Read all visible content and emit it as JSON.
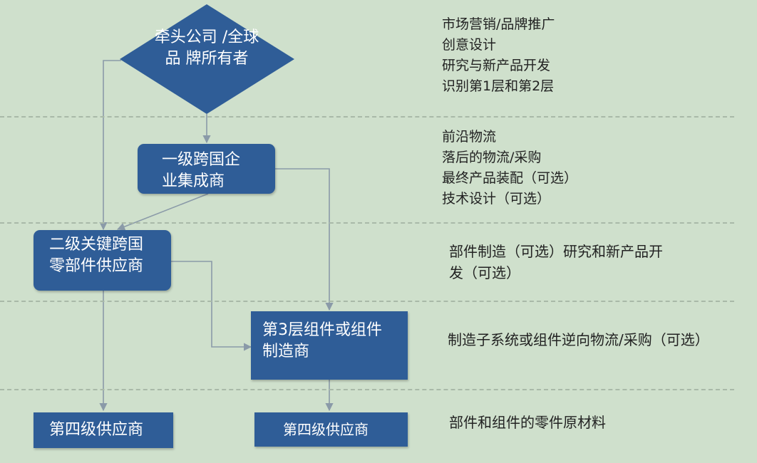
{
  "colors": {
    "background": "#cfe0cc",
    "node_fill": "#2f5d97",
    "node_text": "#ffffff",
    "connector": "#8a9aa8",
    "divider": "#a9b9a8",
    "desc_text": "#222222"
  },
  "nodes": {
    "lead": {
      "lines": [
        "牵头公司",
        "/全球品",
        "牌所有者"
      ]
    },
    "tier1": {
      "lines": [
        "一级跨国企",
        "业集成商"
      ]
    },
    "tier2": {
      "lines": [
        "二级关键跨国",
        "零部件供应商"
      ]
    },
    "tier3": {
      "lines": [
        "第3层组件或组件",
        "制造商"
      ]
    },
    "tier4_left": {
      "lines": [
        "第四级供应商"
      ]
    },
    "tier4_right": {
      "lines": [
        "第四级供应商"
      ]
    }
  },
  "descriptions": {
    "row1": [
      "市场营销/品牌推广",
      "创意设计",
      "研究与新产品开发",
      "识别第1层和第2层"
    ],
    "row2": [
      "前沿物流",
      "落后的物流/采购",
      "最终产品装配（可选）",
      "技术设计（可选）"
    ],
    "row3": [
      "部件制造（可选）研究和新产品开",
      "发（可选）"
    ],
    "row4": [
      "制造子系统或组件逆向物流/采购（可选）"
    ],
    "row5": [
      "部件和组件的零件原材料"
    ]
  }
}
